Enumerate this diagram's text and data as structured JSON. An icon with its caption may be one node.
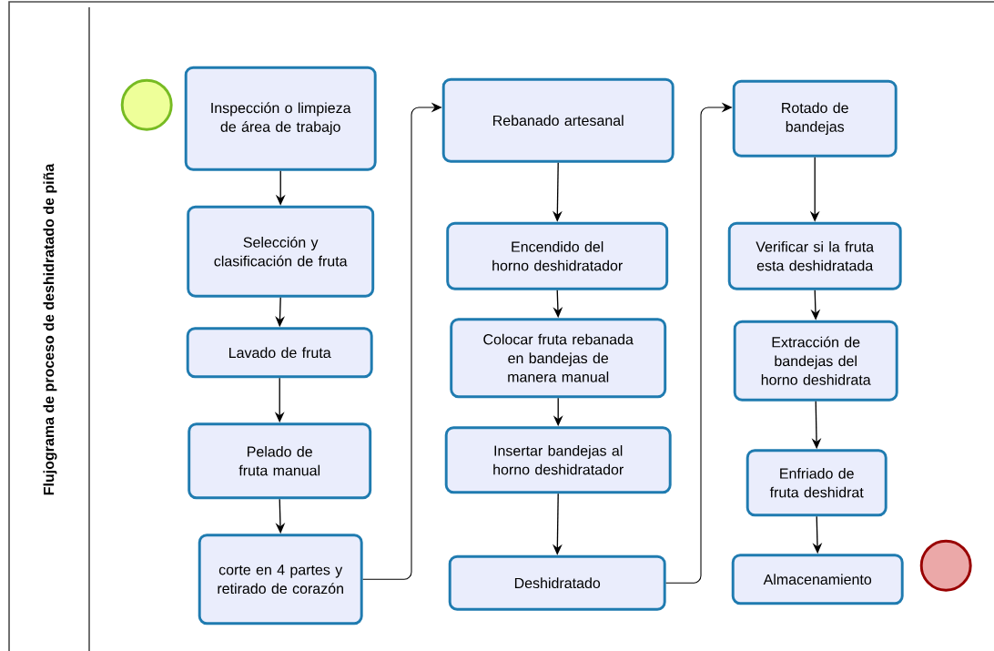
{
  "diagram": {
    "nodes": [
      {
        "text": [
          "Flujograma de proceso de deshidratado de piña"
        ]
      },
      {
        "text": [],
        "shape": "circle",
        "in": 0
      },
      {
        "text": [
          "Inspección o limpieza de área de trabajo"
        ],
        "in": 0
      },
      {
        "text": [
          "Selección y clasificación de fruta"
        ],
        "in": 0
      },
      {
        "text": [
          "Lavado de fruta"
        ],
        "in": 0
      },
      {
        "text": [
          "Pelado de fruta manual"
        ],
        "in": 0
      },
      {
        "text": [
          "corte en 4 partes y retirado de corazón"
        ],
        "in": 0
      },
      {
        "text": [
          "Rebanado artesanal"
        ],
        "in": 0
      },
      {
        "text": [
          "Encendido del horno deshidratador"
        ],
        "in": 0
      },
      {
        "text": [
          "Colocar fruta rebanada en bandejas de manera manual"
        ],
        "in": 0
      },
      {
        "text": [
          "Insertar bandejas al horno deshidratador"
        ],
        "in": 0
      },
      {
        "text": [
          "Deshidratado"
        ],
        "in": 0
      },
      {
        "text": [
          "Rotado de bandejas"
        ],
        "in": 0
      },
      {
        "text": [
          "Verificar si la fruta esta deshidratada"
        ],
        "in": 0
      },
      {
        "text": [
          "Extracción de bandejas del horno deshidrata"
        ],
        "in": 0
      },
      {
        "text": [
          "Enfriado de fruta deshidrat"
        ],
        "in": 0
      },
      {
        "text": [
          "Almacenamiento"
        ],
        "in": 0
      },
      {
        "text": [],
        "shape": "circle",
        "in": 0
      }
    ],
    "edges": [
      {
        "from": 2,
        "to": 3,
        "arrow": "to"
      },
      {
        "from": 3,
        "to": 4,
        "arrow": "to"
      },
      {
        "from": 4,
        "to": 5,
        "arrow": "to"
      },
      {
        "from": 5,
        "to": 6,
        "arrow": "to"
      },
      {
        "from": 6,
        "to": 7,
        "arrow": "to"
      },
      {
        "from": 7,
        "to": 8,
        "arrow": "to"
      },
      {
        "from": 8,
        "to": 9,
        "arrow": "to"
      },
      {
        "from": 9,
        "to": 10,
        "arrow": "to"
      },
      {
        "from": 10,
        "to": 11,
        "arrow": "to"
      },
      {
        "from": 11,
        "to": 12,
        "arrow": "to"
      },
      {
        "from": 12,
        "to": 13,
        "arrow": "to"
      },
      {
        "from": 13,
        "to": 14,
        "arrow": "to"
      },
      {
        "from": 14,
        "to": 15,
        "arrow": "to"
      },
      {
        "from": 15,
        "to": 16,
        "arrow": "to"
      }
    ]
  }
}
